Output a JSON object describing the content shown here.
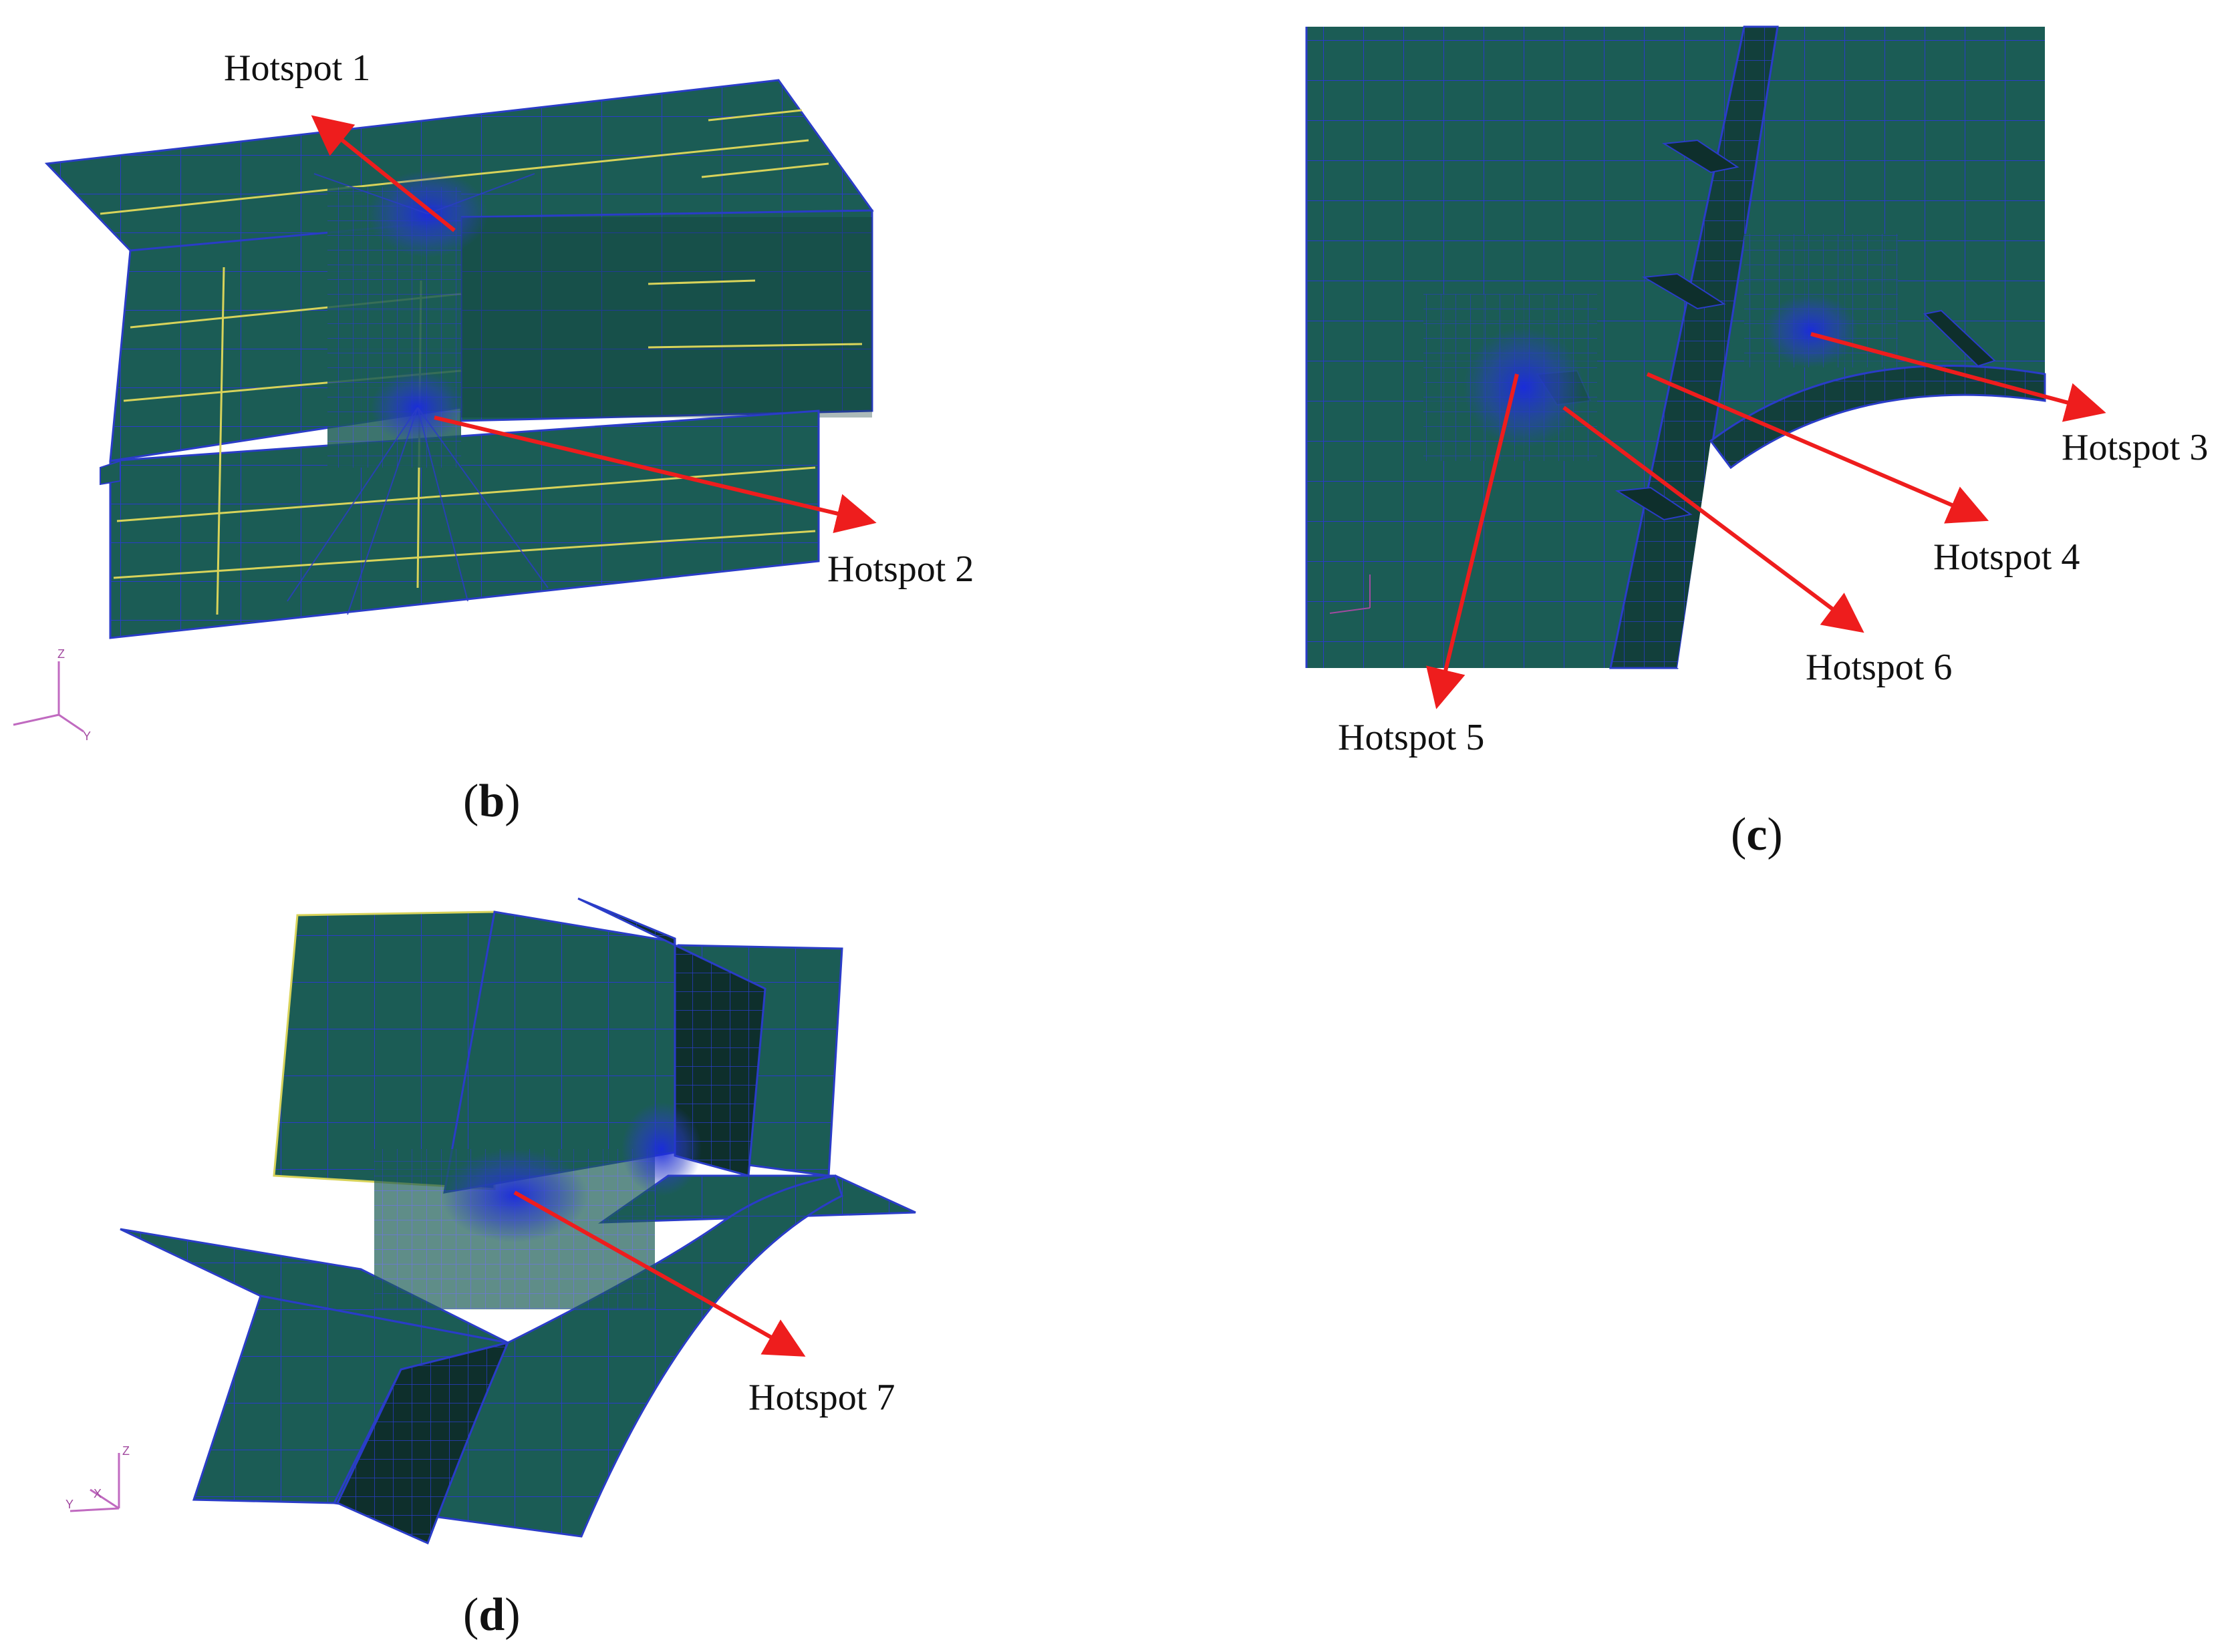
{
  "colors": {
    "mesh_face": "#1b5c55",
    "mesh_face_dark": "#103a37",
    "mesh_face_light": "#22736a",
    "mesh_line": "#2a3cc8",
    "mesh_edge_yellow": "#d8d35a",
    "arrow": "#ee1d1d",
    "axis_triad": "#c06ac0"
  },
  "panels": {
    "b": {
      "caption_open": "(",
      "caption_letter": "b",
      "caption_close": ")",
      "hotspots": [
        "Hotspot 1",
        "Hotspot 2"
      ],
      "axis_labels": [
        "Z",
        "Y"
      ]
    },
    "c": {
      "caption_open": "(",
      "caption_letter": "c",
      "caption_close": ")",
      "hotspots": [
        "Hotspot 3",
        "Hotspot 4",
        "Hotspot 5",
        "Hotspot 6"
      ]
    },
    "d": {
      "caption_open": "(",
      "caption_letter": "d",
      "caption_close": ")",
      "hotspots": [
        "Hotspot 7"
      ],
      "axis_labels": [
        "Z",
        "Y",
        "X"
      ]
    }
  }
}
